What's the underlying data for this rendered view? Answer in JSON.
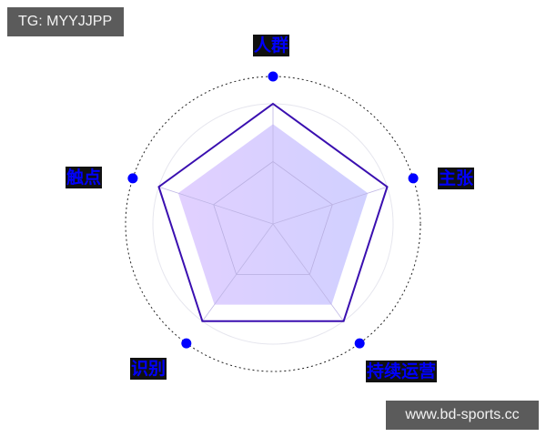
{
  "watermarks": {
    "top_left": "TG: MYYJJPP",
    "bottom_right": "www.bd-sports.cc"
  },
  "colors": {
    "outline": "#3a0fb0",
    "fill_left": "#dcc8ff",
    "fill_right": "#c8c8ff",
    "dot": "#0000ff",
    "label_text": "#0000ff",
    "label_bg": "#111111",
    "grid": "#d8d8e8",
    "outer_ring": "#222222"
  },
  "chart_data": {
    "type": "radar",
    "title": "",
    "axes": [
      "人群",
      "主张",
      "持续运营",
      "识别",
      "触点"
    ],
    "scale": [
      0,
      1
    ],
    "grid_levels": 2,
    "series": [
      {
        "name": "outline",
        "values": [
          1.0,
          1.0,
          1.0,
          1.0,
          1.0
        ],
        "style": "line"
      },
      {
        "name": "filled",
        "values": [
          0.83,
          0.83,
          0.83,
          0.83,
          0.83
        ],
        "style": "area"
      }
    ],
    "legend": "none"
  }
}
